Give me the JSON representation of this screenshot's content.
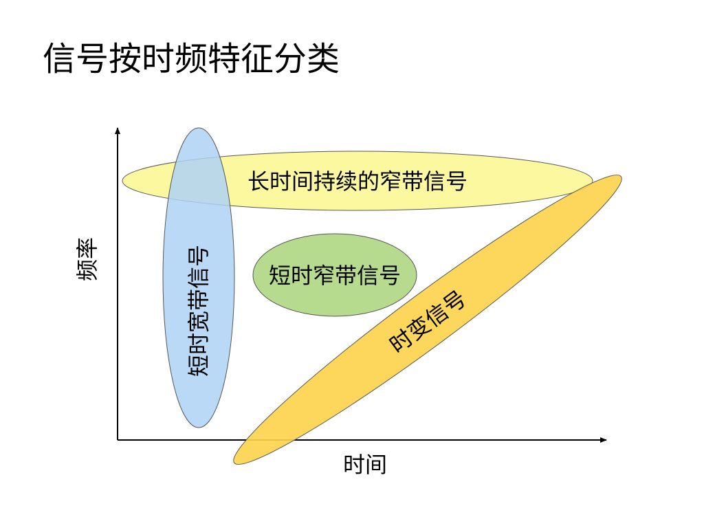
{
  "slide": {
    "title": "信号按时频特征分类"
  },
  "diagram": {
    "x_axis_label": "时间",
    "y_axis_label": "频率",
    "regions": [
      {
        "label": "长时间持续的窄带信号",
        "fill": "#FAF78F",
        "stroke": "#555555"
      },
      {
        "label": "短时宽带信号",
        "fill": "#AED2F5",
        "stroke": "#555555"
      },
      {
        "label": "短时窄带信号",
        "fill": "#B7DB8E",
        "stroke": "#555555"
      },
      {
        "label": "时变信号",
        "fill": "#FDD44E",
        "stroke": "#555555"
      }
    ]
  }
}
